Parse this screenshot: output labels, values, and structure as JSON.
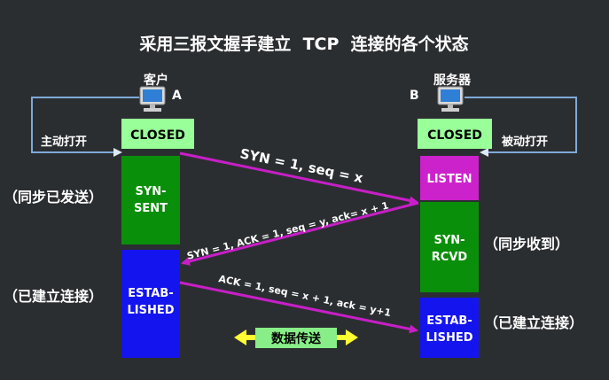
{
  "title": "采用三报文握手建立  TCP  连接的各个状态",
  "client": {
    "name": "客户",
    "letter": "A",
    "action": "主动打开"
  },
  "server": {
    "name": "服务器",
    "letter": "B",
    "action": "被动打开"
  },
  "client_states": {
    "closed": "CLOSED",
    "syn_sent_1": "SYN-",
    "syn_sent_2": "SENT",
    "estab_1": "ESTAB-",
    "estab_2": "LISHED"
  },
  "server_states": {
    "closed": "CLOSED",
    "listen": "LISTEN",
    "syn_rcvd_1": "SYN-",
    "syn_rcvd_2": "RCVD",
    "estab_1": "ESTAB-",
    "estab_2": "LISHED"
  },
  "notes": {
    "client_syn": "（同步已发送）",
    "client_estab": "（已建立连接）",
    "server_rcvd": "（同步收到）",
    "server_estab": "（已建立连接）"
  },
  "messages": {
    "syn": "SYN = 1, seq = x",
    "syn_ack": "SYN = 1, ACK = 1, seq = y, ack= x + 1",
    "ack": "ACK = 1, seq = x + 1, ack = y+1"
  },
  "data_transfer": "数据传送",
  "colors": {
    "background": "#2b2e31",
    "closed": "#99ff99",
    "syn": "#0a8f0a",
    "listen": "#cc22cc",
    "estab": "#1414ee",
    "arrow": "#c71fc7",
    "data_label": "#88ee88",
    "data_arrow": "#ffff33",
    "line": "#7fa9d8"
  }
}
